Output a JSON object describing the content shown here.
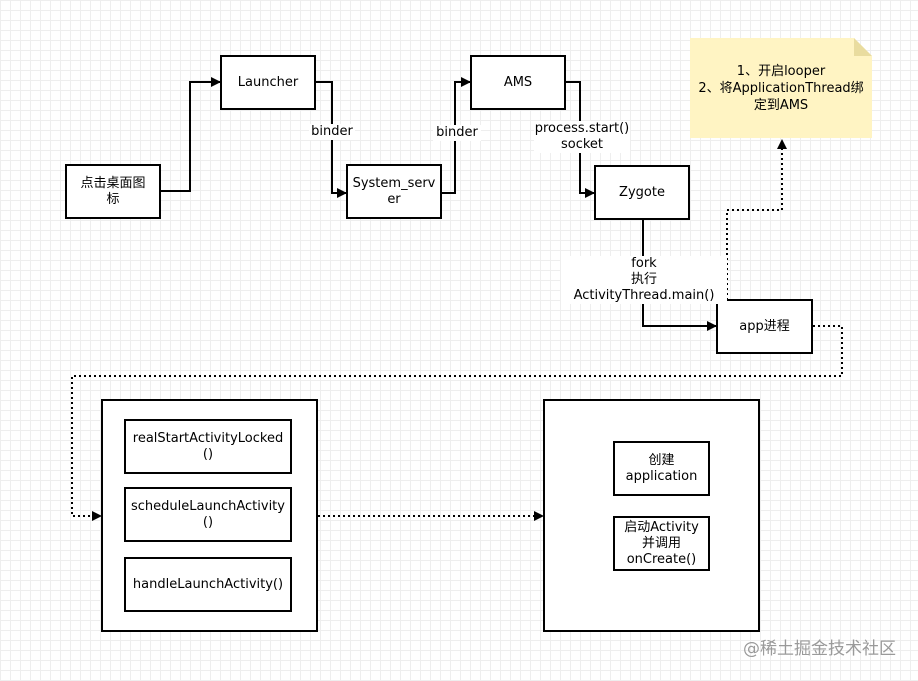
{
  "nodes": {
    "click_icon": "点击桌面图\n标",
    "launcher": "Launcher",
    "system_server": "System_serv\ner",
    "ams": "AMS",
    "zygote": "Zygote",
    "app_process": "app进程",
    "real_start": "realStartActivityLocked\n()",
    "schedule_launch": "scheduleLaunchActivity\n()",
    "handle_launch": "handleLaunchActivity()",
    "create_app": "创建\napplication",
    "start_activity": "启动Activity\n并调用\nonCreate()"
  },
  "edges": {
    "launcher_to_server": "binder",
    "server_to_ams": "binder",
    "ams_to_zygote": "process.start()\nsocket",
    "zygote_to_app": "fork\n执行ActivityThread.main()"
  },
  "note": "1、开启looper\n2、将ApplicationThread绑\n定到AMS",
  "watermark": "@稀土掘金技术社区",
  "colors": {
    "note_bg": "#fff4c3",
    "stroke": "#000000"
  }
}
